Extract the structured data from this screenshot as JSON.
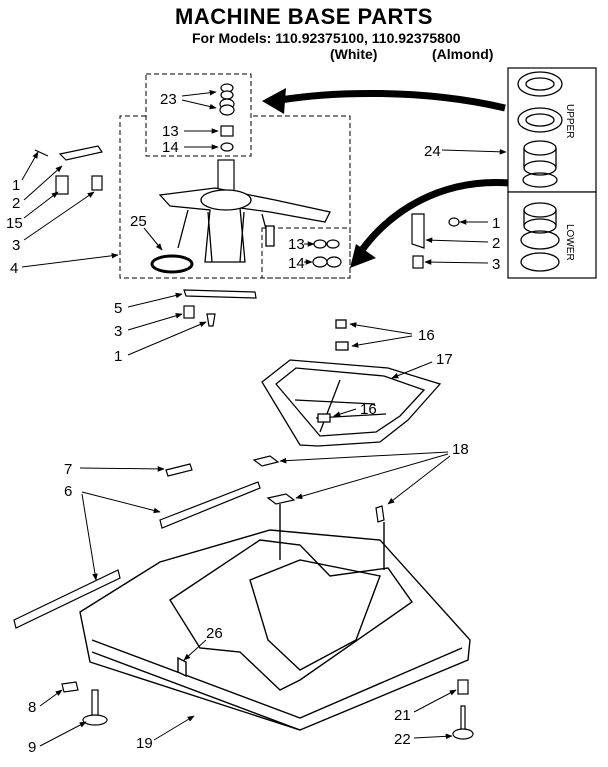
{
  "header": {
    "title": "MACHINE BASE PARTS",
    "models_line": "For Models: 110.92375100, 110.92375800",
    "variant_white": "(White)",
    "variant_almond": "(Almond)"
  },
  "side_labels": {
    "upper": "UPPER",
    "lower": "LOWER"
  },
  "callouts": {
    "c23": "23",
    "c13a": "13",
    "c14a": "14",
    "c24": "24",
    "c1a": "1",
    "c2a": "2",
    "c15": "15",
    "c3a": "3",
    "c25": "25",
    "c4": "4",
    "c13b": "13",
    "c14b": "14",
    "c1b": "1",
    "c2b": "2",
    "c3b": "3",
    "c5": "5",
    "c3c": "3",
    "c1c": "1",
    "c16a": "16",
    "c17": "17",
    "c16b": "16",
    "c7": "7",
    "c18": "18",
    "c6": "6",
    "c26": "26",
    "c8": "8",
    "c9": "9",
    "c19": "19",
    "c21": "21",
    "c22": "22"
  }
}
